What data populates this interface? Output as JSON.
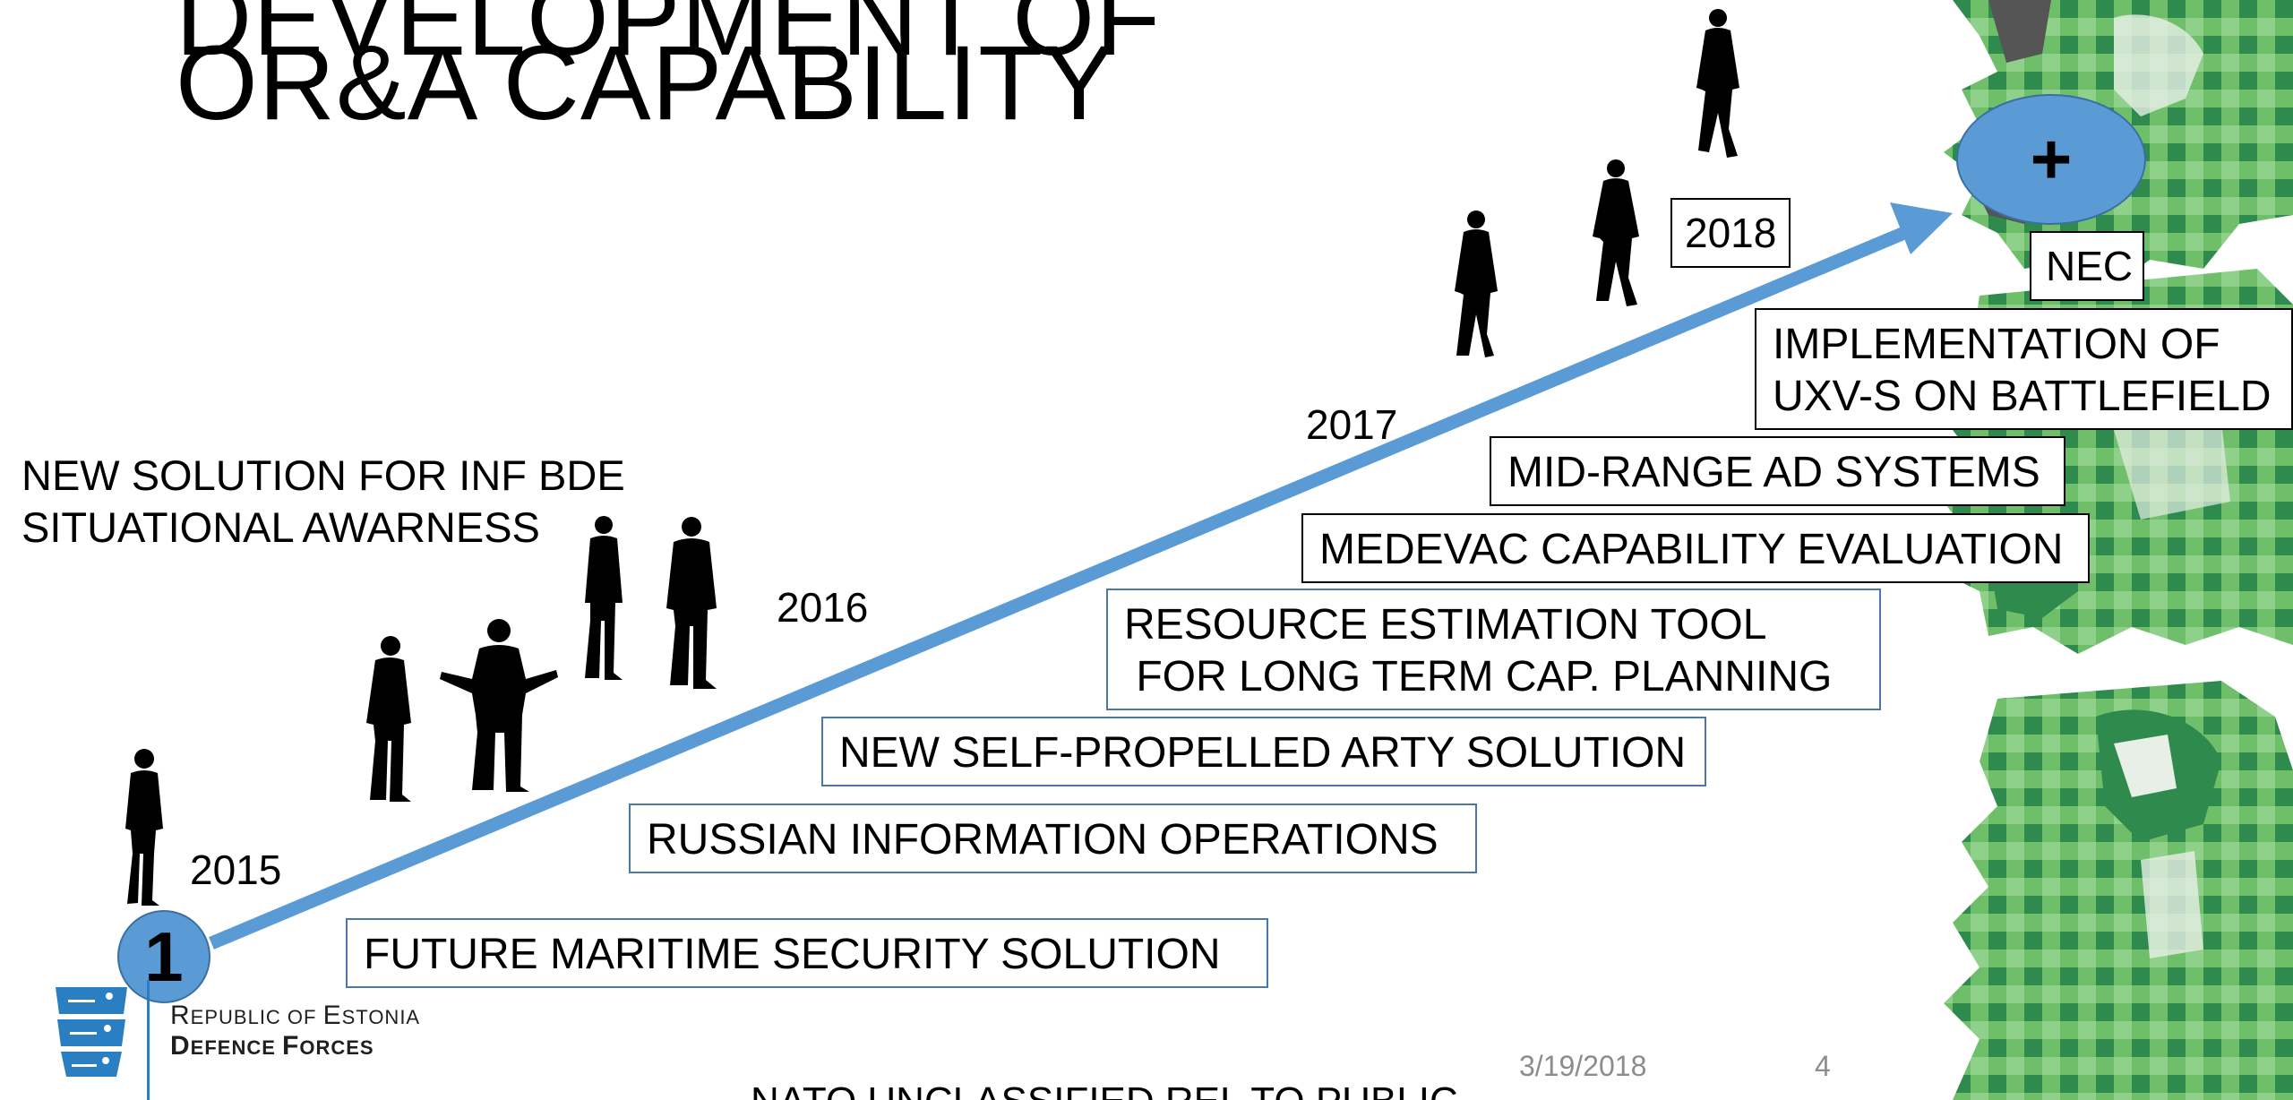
{
  "slide": {
    "title_line1": "DEVELOPMENT OF",
    "title_line2": "OR&A CAPABILITY",
    "years": {
      "y2015": "2015",
      "y2016": "2016",
      "y2017": "2017",
      "y2018": "2018"
    },
    "start_marker": "1",
    "end_marker": "+",
    "nec_label": "NEC",
    "note_line1": "NEW SOLUTION FOR INF BDE",
    "note_line2": "SITUATIONAL AWARNESS",
    "projects": [
      {
        "line1": "FUTURE MARITIME SECURITY SOLUTION",
        "line2": ""
      },
      {
        "line1": "RUSSIAN INFORMATION OPERATIONS",
        "line2": ""
      },
      {
        "line1": "NEW SELF-PROPELLED ARTY SOLUTION",
        "line2": ""
      },
      {
        "line1": "RESOURCE ESTIMATION TOOL",
        "line2": " FOR LONG TERM CAP. PLANNING"
      },
      {
        "line1": "MEDEVAC CAPABILITY EVALUATION",
        "line2": ""
      },
      {
        "line1": "MID-RANGE AD SYSTEMS",
        "line2": ""
      },
      {
        "line1": "IMPLEMENTATION OF",
        "line2": "UXV-S ON BATTLEFIELD"
      }
    ],
    "logo": {
      "org_line1_initial": "R",
      "org_line1_rest": "EPUBLIC OF ",
      "org_line1_initial2": "E",
      "org_line1_rest2": "STONIA",
      "org_line2_initial": "D",
      "org_line2_rest": "EFENCE ",
      "org_line2_initial2": "F",
      "org_line2_rest2": "ORCES"
    },
    "footer": {
      "date": "3/19/2018",
      "page": "4",
      "classification": "NATO UNCLASSIFIED REL TO PUBLIC"
    },
    "colors": {
      "arrow": "#5b9bd5",
      "box_border": "#4a77a8",
      "lion_dark": "#2f8a4e",
      "lion_light": "#6fbf6a",
      "lion_gray": "#555555",
      "logo_blue": "#2a7fc2"
    },
    "icons": [
      "person-silhouette-icon",
      "estonian-lions-emblem-icon",
      "lion-pattern-decoration"
    ]
  }
}
